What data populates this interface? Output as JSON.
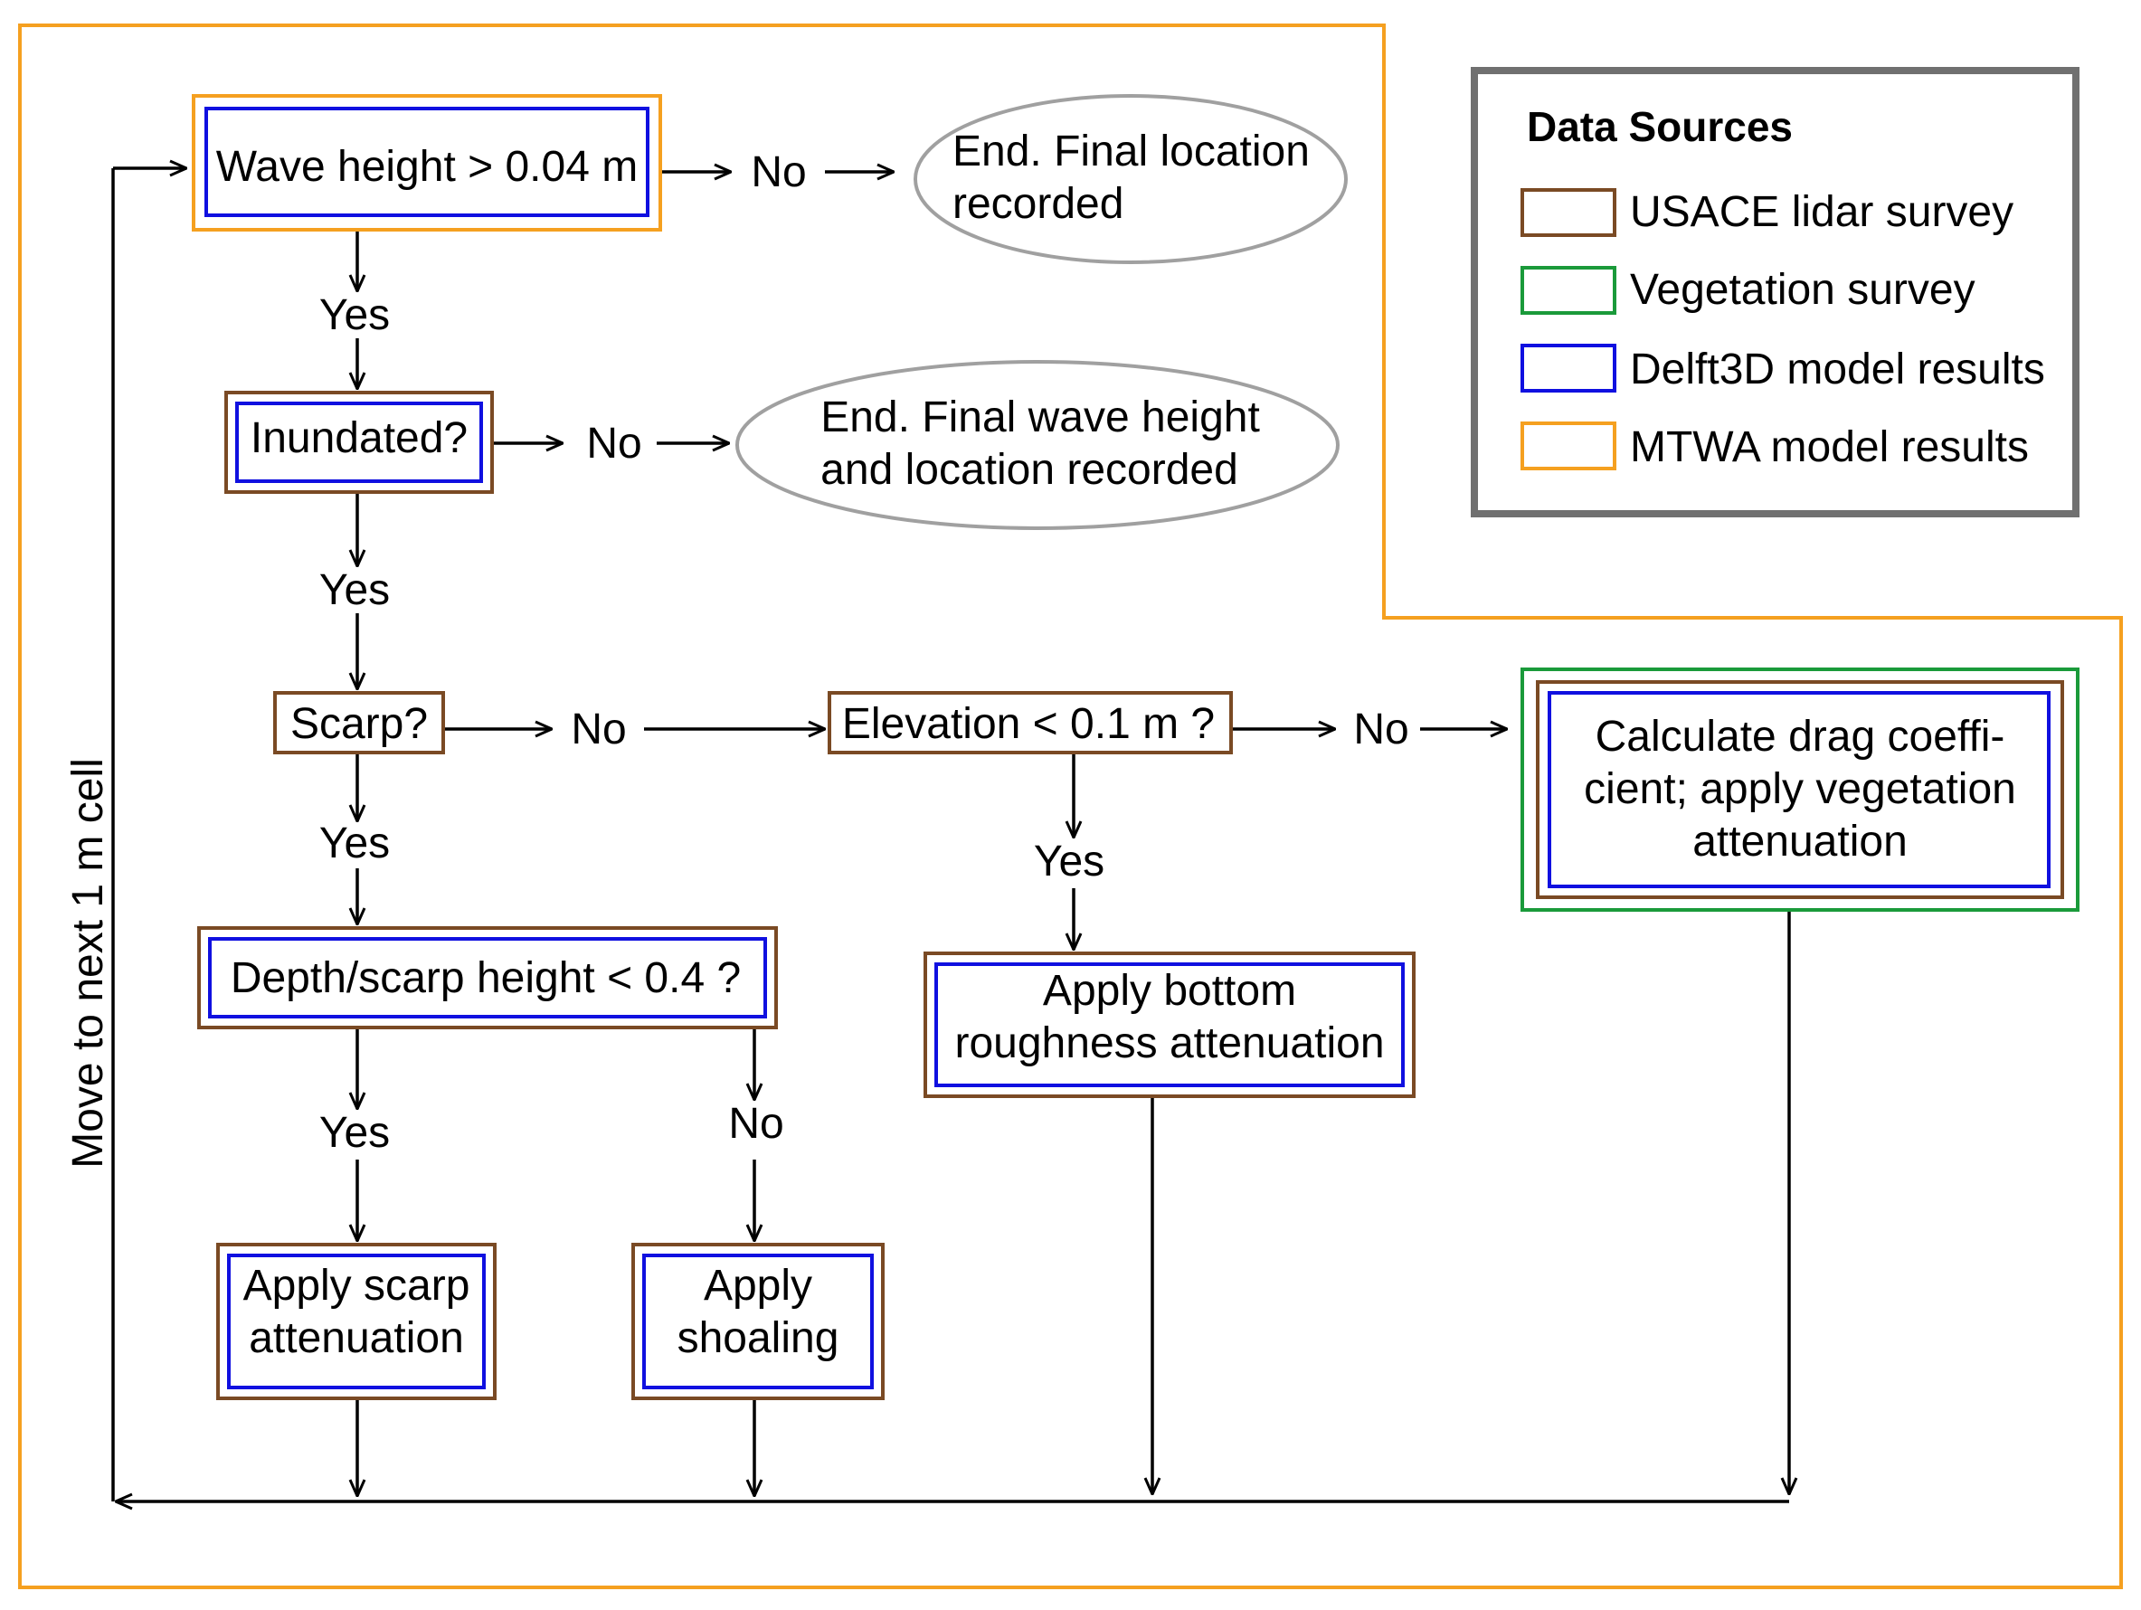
{
  "colors": {
    "usace": "#7a4a24",
    "vegetation": "#1a9a3a",
    "delft3d": "#1010e0",
    "mtwa": "#f5a020",
    "legend_frame": "#707070",
    "ellipse": "#a0a0a0",
    "line": "#000000"
  },
  "nodes": {
    "wave_height": "Wave height > 0.04 m",
    "end_location": [
      "End. Final location",
      "recorded"
    ],
    "inundated": "Inundated?",
    "end_wave_location": [
      "End. Final wave height",
      "and location recorded"
    ],
    "scarp": "Scarp?",
    "elevation": "Elevation < 0.1 m ?",
    "drag": [
      "Calculate drag coeffi-",
      "cient; apply vegetation",
      "attenuation"
    ],
    "depth_scarp": "Depth/scarp height < 0.4 ?",
    "bottom_roughness": [
      "Apply bottom",
      "roughness attenuation"
    ],
    "scarp_attenuation": [
      "Apply scarp",
      "attenuation"
    ],
    "shoaling": [
      "Apply",
      "shoaling"
    ]
  },
  "edge_labels": {
    "yes": "Yes",
    "no": "No"
  },
  "loop_label": "Move to next 1 m cell",
  "legend": {
    "title": "Data Sources",
    "items": [
      {
        "label": "USACE lidar survey",
        "color": "#7a4a24"
      },
      {
        "label": "Vegetation survey",
        "color": "#1a9a3a"
      },
      {
        "label": "Delft3D model results",
        "color": "#1010e0"
      },
      {
        "label": "MTWA model results",
        "color": "#f5a020"
      }
    ]
  }
}
